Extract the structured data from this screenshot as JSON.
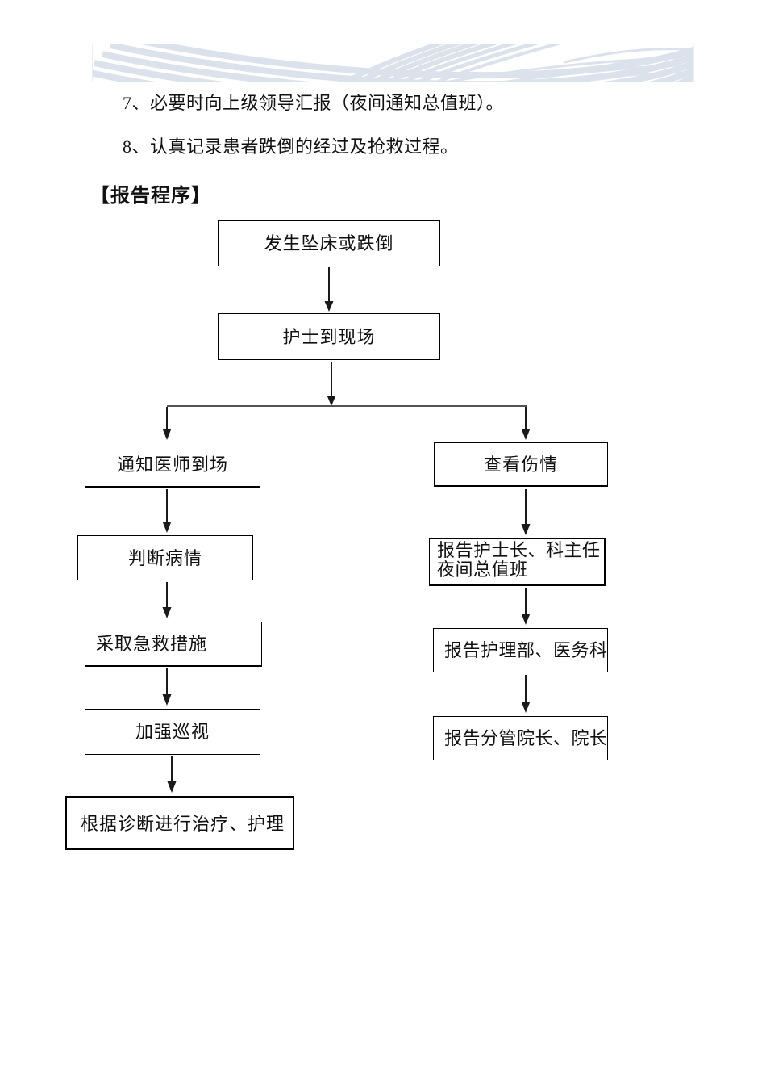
{
  "document": {
    "paragraphs": [
      {
        "text": "7、必要时向上级领导汇报（夜间通知总值班）。"
      },
      {
        "text": "8、认真记录患者跌倒的经过及抢救过程。"
      }
    ],
    "section_heading": "【报告程序】"
  },
  "flowchart": {
    "nodes": {
      "start": "发生坠床或跌倒",
      "nurse_arrives": "护士到现场",
      "notify_physician": "通知医师到场",
      "assess_condition": "判断病情",
      "emergency_measures": "采取急救措施",
      "strengthen_rounds": "加强巡视",
      "treat_per_diagnosis": "根据诊断进行治疗、护理",
      "check_injury": "查看伤情",
      "report_head_nurse_line1": "报告护士长、科主任",
      "report_head_nurse_line2": "夜间总值班",
      "report_nursing_dept": "报告护理部、医务科",
      "report_president": "报告分管院长、院长"
    }
  },
  "colors": {
    "wave": "#dce2eb",
    "box_border": "#000000",
    "text": "#111111",
    "background": "#ffffff"
  }
}
